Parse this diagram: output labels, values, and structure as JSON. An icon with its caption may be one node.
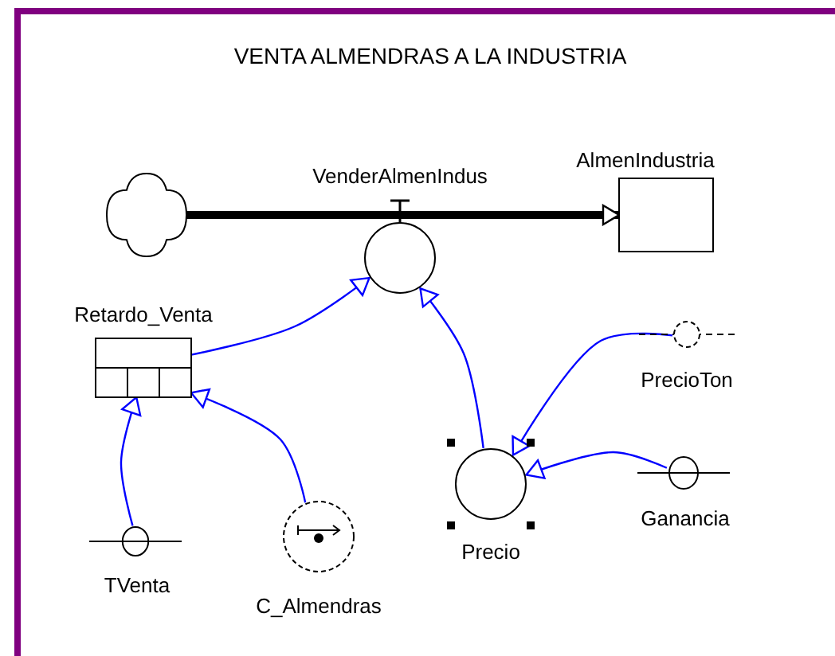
{
  "diagram": {
    "title": "VENTA ALMENDRAS A LA INDUSTRIA",
    "nodes": [
      {
        "text": [],
        "shape": "cloud"
      },
      {
        "text": [
          "VenderAlmenIndus"
        ]
      },
      {
        "text": [
          "AlmenIndustria"
        ]
      },
      {
        "text": [
          "Retardo_Venta"
        ]
      },
      {
        "text": [
          "PrecioTon"
        ]
      },
      {
        "text": [
          "Precio"
        ]
      },
      {
        "text": [
          "Ganancia"
        ]
      },
      {
        "text": [
          "TVenta"
        ]
      },
      {
        "text": [
          "C_Almendras"
        ]
      }
    ],
    "edges": [
      {
        "from": 0,
        "to": 2,
        "arrow": "to",
        "style": "thick",
        "color": "#000000"
      },
      {
        "from": 3,
        "to": 1,
        "arrow": "to"
      },
      {
        "from": 5,
        "to": 1,
        "arrow": "to"
      },
      {
        "from": 4,
        "to": 5,
        "arrow": "to"
      },
      {
        "from": 6,
        "to": 5,
        "arrow": "to"
      },
      {
        "from": 7,
        "to": 3,
        "arrow": "to"
      },
      {
        "from": 8,
        "to": 3,
        "arrow": "to"
      }
    ]
  }
}
